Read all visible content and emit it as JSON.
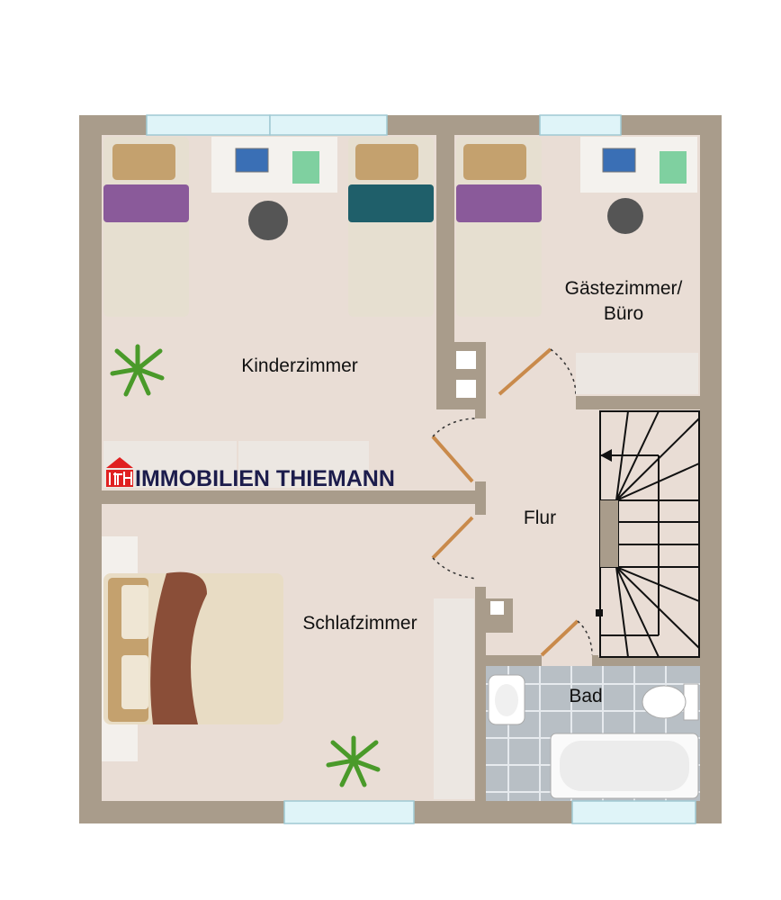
{
  "rooms": {
    "kinderzimmer": "Kinderzimmer",
    "gaestezimmer_line1": "Gästezimmer/",
    "gaestezimmer_line2": "Büro",
    "flur": "Flur",
    "schlafzimmer": "Schlafzimmer",
    "bad": "Bad"
  },
  "logo": {
    "mark": "iTH",
    "text": "IMMOBILIEN THIEMANN"
  },
  "colors": {
    "wall": "#a99c8b",
    "floor": "#e9ddd5",
    "tile": "#b8bfc5",
    "window": "#dff4f8",
    "door": "#c98a4b",
    "logo_red": "#e02020",
    "logo_navy": "#1c1c4c",
    "bed_purple": "#8a5a9a",
    "bed_teal": "#1f5f6a"
  }
}
